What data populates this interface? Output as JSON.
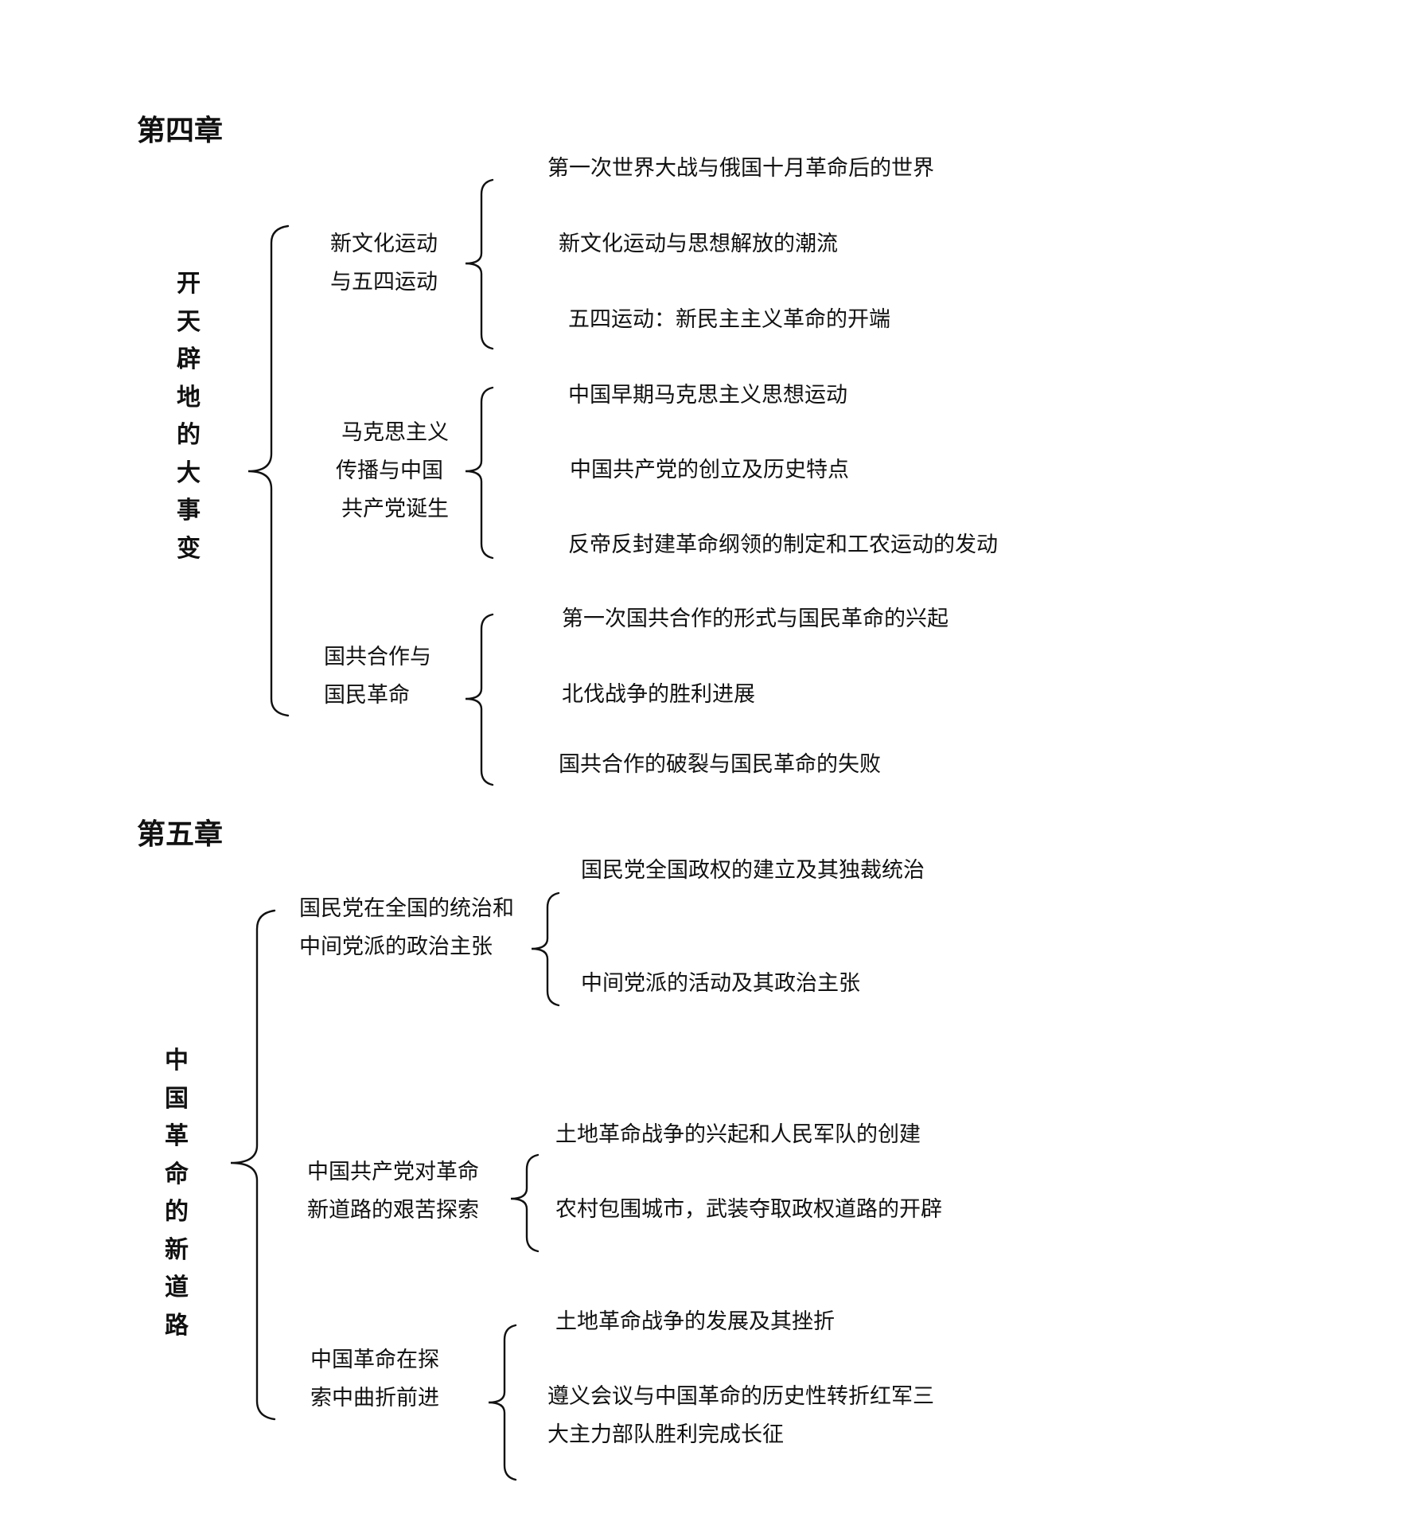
{
  "chapter4": {
    "heading": "第四章",
    "title": "开天辟地的大事变",
    "sections": [
      {
        "title_lines": [
          "新文化运动",
          "与五四运动"
        ],
        "items": [
          "第一次世界大战与俄国十月革命后的世界",
          "新文化运动与思想解放的潮流",
          "五四运动：新民主主义革命的开端"
        ]
      },
      {
        "title_lines": [
          "马克思主义",
          "传播与中国",
          "共产党诞生"
        ],
        "items": [
          "中国早期马克思主义思想运动",
          "中国共产党的创立及历史特点",
          "反帝反封建革命纲领的制定和工农运动的发动"
        ]
      },
      {
        "title_lines": [
          "国共合作与",
          "国民革命"
        ],
        "items": [
          "第一次国共合作的形式与国民革命的兴起",
          "北伐战争的胜利进展",
          "国共合作的破裂与国民革命的失败"
        ]
      }
    ]
  },
  "chapter5": {
    "heading": "第五章",
    "title": "中国革命的新道路",
    "sections": [
      {
        "title_lines": [
          "国民党在全国的统治和",
          "中间党派的政治主张"
        ],
        "items": [
          "国民党全国政权的建立及其独裁统治",
          "中间党派的活动及其政治主张"
        ]
      },
      {
        "title_lines": [
          "中国共产党对革命",
          "新道路的艰苦探索"
        ],
        "items": [
          "土地革命战争的兴起和人民军队的创建",
          "农村包围城市，武装夺取政权道路的开辟"
        ]
      },
      {
        "title_lines": [
          "中国革命在探",
          "索中曲折前进"
        ],
        "items": [
          "土地革命战争的发展及其挫折",
          [
            "遵义会议与中国革命的历史性转折红军三",
            "大主力部队胜利完成长征"
          ]
        ]
      }
    ]
  }
}
